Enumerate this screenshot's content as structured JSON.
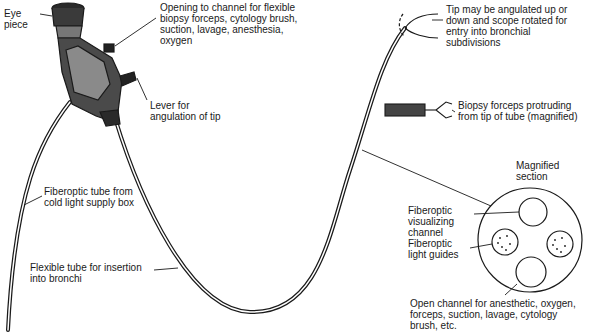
{
  "diagram": {
    "labels": [
      "Eye piece",
      "Opening to channel for flexible biopsy forceps, cytology brush, suction, lavage, anesthesia, oxygen",
      "Tip may be angulated up or down and scope rotated for entry into bronchial subdivisions",
      "Lever for angulation of tip",
      "Biopsy forceps protruding from tip of tube (magnified)",
      "Magnified section",
      "Fiberoptic tube from cold light supply box",
      "Fiberoptic visualizing channel",
      "Fiberoptic light guides",
      "Flexible tube for insertion into bronchi",
      "Open channel for anesthetic, oxygen, forceps, suction, lavage, cytology brush, etc."
    ]
  }
}
